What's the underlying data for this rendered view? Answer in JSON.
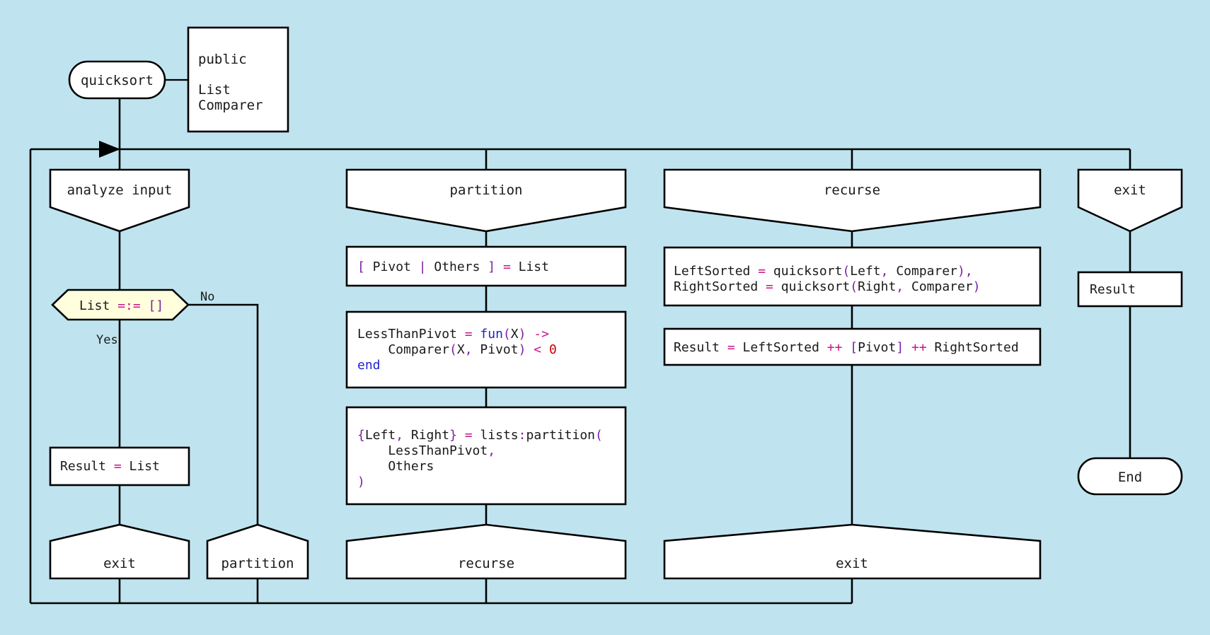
{
  "meta": {
    "diagram_title": "quicksort",
    "background_color": "#bfe4ef",
    "shape_fill": "#ffffff",
    "decision_fill": "#ffffdd",
    "stroke_color": "#000000",
    "operator_color": "#c7158c",
    "punctuation_color": "#7b1fa2",
    "keyword_color": "#2222cc",
    "number_color": "#cc0000"
  },
  "start": {
    "terminal_label": "quicksort",
    "note_lines": [
      "public",
      "",
      "List",
      "Comparer"
    ]
  },
  "end": {
    "terminal_label": "End"
  },
  "lanes": [
    {
      "id": "analyze-input",
      "header": "analyze input",
      "footers": [
        "exit",
        "partition"
      ],
      "branch_labels": {
        "yes": "Yes",
        "no": "No"
      },
      "nodes": [
        {
          "kind": "decision",
          "text": "List =:= []",
          "tokens": [
            {
              "t": "List ",
              "c": "plain"
            },
            {
              "t": "=:=",
              "c": "op"
            },
            {
              "t": " ",
              "c": "plain"
            },
            {
              "t": "[]",
              "c": "punc"
            }
          ]
        },
        {
          "kind": "process",
          "text": "Result = List",
          "lines": [
            [
              {
                "t": "Result ",
                "c": "plain"
              },
              {
                "t": "=",
                "c": "op"
              },
              {
                "t": " List",
                "c": "plain"
              }
            ]
          ]
        }
      ]
    },
    {
      "id": "partition",
      "header": "partition",
      "footers": [
        "recurse"
      ],
      "nodes": [
        {
          "kind": "process",
          "text": "[ Pivot | Others ] = List",
          "lines": [
            [
              {
                "t": "[",
                "c": "punc"
              },
              {
                "t": " Pivot ",
                "c": "plain"
              },
              {
                "t": "|",
                "c": "punc"
              },
              {
                "t": " Others ",
                "c": "plain"
              },
              {
                "t": "]",
                "c": "punc"
              },
              {
                "t": " ",
                "c": "plain"
              },
              {
                "t": "=",
                "c": "op"
              },
              {
                "t": " List",
                "c": "plain"
              }
            ]
          ]
        },
        {
          "kind": "process",
          "text": "LessThanPivot = fun(X) ->\n    Comparer(X, Pivot) < 0\nend",
          "lines": [
            [
              {
                "t": "LessThanPivot ",
                "c": "plain"
              },
              {
                "t": "=",
                "c": "op"
              },
              {
                "t": " ",
                "c": "plain"
              },
              {
                "t": "fun",
                "c": "kw"
              },
              {
                "t": "(",
                "c": "punc"
              },
              {
                "t": "X",
                "c": "plain"
              },
              {
                "t": ")",
                "c": "punc"
              },
              {
                "t": " ",
                "c": "plain"
              },
              {
                "t": "->",
                "c": "op"
              }
            ],
            [
              {
                "t": "    Comparer",
                "c": "plain"
              },
              {
                "t": "(",
                "c": "punc"
              },
              {
                "t": "X",
                "c": "plain"
              },
              {
                "t": ",",
                "c": "punc"
              },
              {
                "t": " Pivot",
                "c": "plain"
              },
              {
                "t": ")",
                "c": "punc"
              },
              {
                "t": " ",
                "c": "plain"
              },
              {
                "t": "<",
                "c": "op"
              },
              {
                "t": " ",
                "c": "plain"
              },
              {
                "t": "0",
                "c": "num"
              }
            ],
            [
              {
                "t": "end",
                "c": "kw"
              }
            ]
          ]
        },
        {
          "kind": "process",
          "text": "{Left, Right} = lists:partition(\n    LessThanPivot,\n    Others\n)",
          "lines": [
            [
              {
                "t": "{",
                "c": "punc"
              },
              {
                "t": "Left",
                "c": "plain"
              },
              {
                "t": ",",
                "c": "punc"
              },
              {
                "t": " Right",
                "c": "plain"
              },
              {
                "t": "}",
                "c": "punc"
              },
              {
                "t": " ",
                "c": "plain"
              },
              {
                "t": "=",
                "c": "op"
              },
              {
                "t": " lists",
                "c": "plain"
              },
              {
                "t": ":",
                "c": "punc"
              },
              {
                "t": "partition",
                "c": "plain"
              },
              {
                "t": "(",
                "c": "punc"
              }
            ],
            [
              {
                "t": "    LessThanPivot",
                "c": "plain"
              },
              {
                "t": ",",
                "c": "punc"
              }
            ],
            [
              {
                "t": "    Others",
                "c": "plain"
              }
            ],
            [
              {
                "t": ")",
                "c": "punc"
              }
            ]
          ]
        }
      ]
    },
    {
      "id": "recurse",
      "header": "recurse",
      "footers": [
        "exit"
      ],
      "nodes": [
        {
          "kind": "process",
          "text": "LeftSorted = quicksort(Left, Comparer),\nRightSorted = quicksort(Right, Comparer)",
          "lines": [
            [
              {
                "t": "LeftSorted ",
                "c": "plain"
              },
              {
                "t": "=",
                "c": "op"
              },
              {
                "t": " quicksort",
                "c": "plain"
              },
              {
                "t": "(",
                "c": "punc"
              },
              {
                "t": "Left",
                "c": "plain"
              },
              {
                "t": ",",
                "c": "punc"
              },
              {
                "t": " Comparer",
                "c": "plain"
              },
              {
                "t": ")",
                "c": "punc"
              },
              {
                "t": ",",
                "c": "punc"
              }
            ],
            [
              {
                "t": "RightSorted ",
                "c": "plain"
              },
              {
                "t": "=",
                "c": "op"
              },
              {
                "t": " quicksort",
                "c": "plain"
              },
              {
                "t": "(",
                "c": "punc"
              },
              {
                "t": "Right",
                "c": "plain"
              },
              {
                "t": ",",
                "c": "punc"
              },
              {
                "t": " Comparer",
                "c": "plain"
              },
              {
                "t": ")",
                "c": "punc"
              }
            ]
          ]
        },
        {
          "kind": "process",
          "text": "Result = LeftSorted ++ [Pivot] ++ RightSorted",
          "lines": [
            [
              {
                "t": "Result ",
                "c": "plain"
              },
              {
                "t": "=",
                "c": "op"
              },
              {
                "t": " LeftSorted ",
                "c": "plain"
              },
              {
                "t": "++",
                "c": "op"
              },
              {
                "t": " ",
                "c": "plain"
              },
              {
                "t": "[",
                "c": "punc"
              },
              {
                "t": "Pivot",
                "c": "plain"
              },
              {
                "t": "]",
                "c": "punc"
              },
              {
                "t": " ",
                "c": "plain"
              },
              {
                "t": "++",
                "c": "op"
              },
              {
                "t": " RightSorted",
                "c": "plain"
              }
            ]
          ]
        }
      ]
    },
    {
      "id": "exit",
      "header": "exit",
      "footers": [],
      "nodes": [
        {
          "kind": "process",
          "text": "Result",
          "lines": [
            [
              {
                "t": "Result",
                "c": "plain"
              }
            ]
          ]
        }
      ]
    }
  ]
}
